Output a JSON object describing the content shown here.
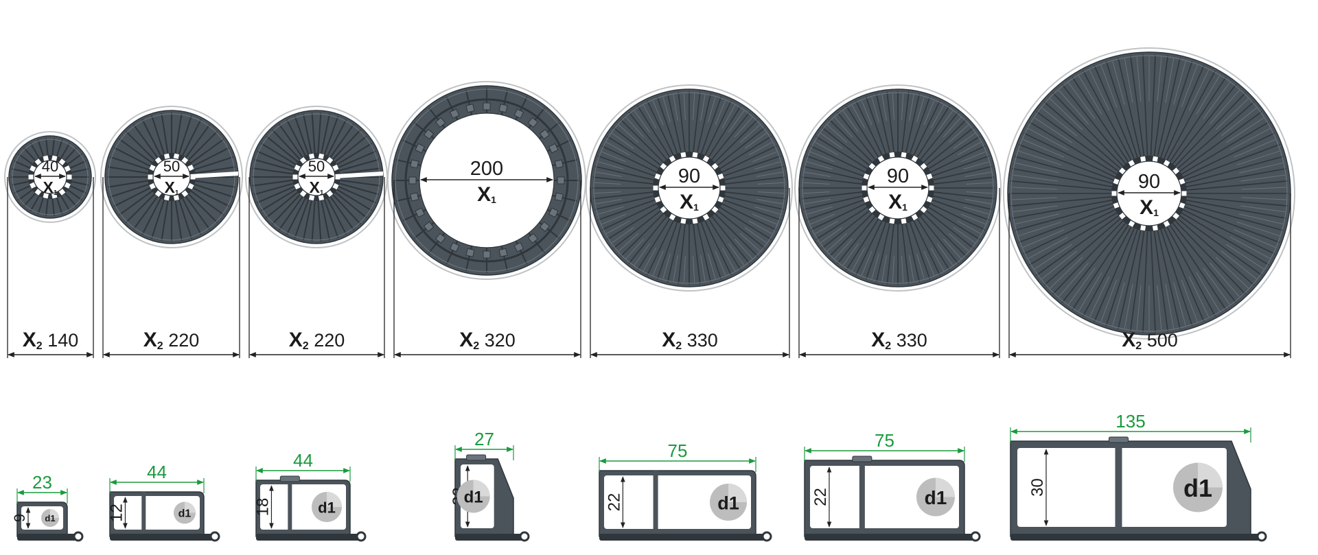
{
  "colors": {
    "chain": "#4b535b",
    "chain_dark": "#2f363c",
    "chain_light": "#6a737b",
    "dimension_line": "#222222",
    "green_dimension": "#1a9a3e",
    "circle_outline": "#bfc3c6",
    "badge": "#bdbdbd",
    "text": "#1b1b1b"
  },
  "icons": {
    "d1_badge": "cable-diameter-badge-icon"
  },
  "symbols": {
    "x1": "X",
    "x1_sub": "1",
    "x2": "X",
    "x2_sub": "2"
  },
  "rings": [
    {
      "inner": "40",
      "outer": "140"
    },
    {
      "inner": "50",
      "outer": "220"
    },
    {
      "inner": "50",
      "outer": "220"
    },
    {
      "inner": "200",
      "outer": "320"
    },
    {
      "inner": "90",
      "outer": "330"
    },
    {
      "inner": "90",
      "outer": "330"
    },
    {
      "inner": "90",
      "outer": "500"
    }
  ],
  "profiles": [
    {
      "width": "23",
      "height": "9",
      "badge": "d1"
    },
    {
      "width": "44",
      "height": "12",
      "badge": "d1"
    },
    {
      "width": "44",
      "height": "18",
      "badge": "d1"
    },
    {
      "width": "27",
      "height": "22",
      "badge": "d1"
    },
    {
      "width": "75",
      "height": "22",
      "badge": "d1"
    },
    {
      "width": "75",
      "height": "22",
      "badge": "d1"
    },
    {
      "width": "135",
      "height": "30",
      "badge": "d1"
    }
  ]
}
